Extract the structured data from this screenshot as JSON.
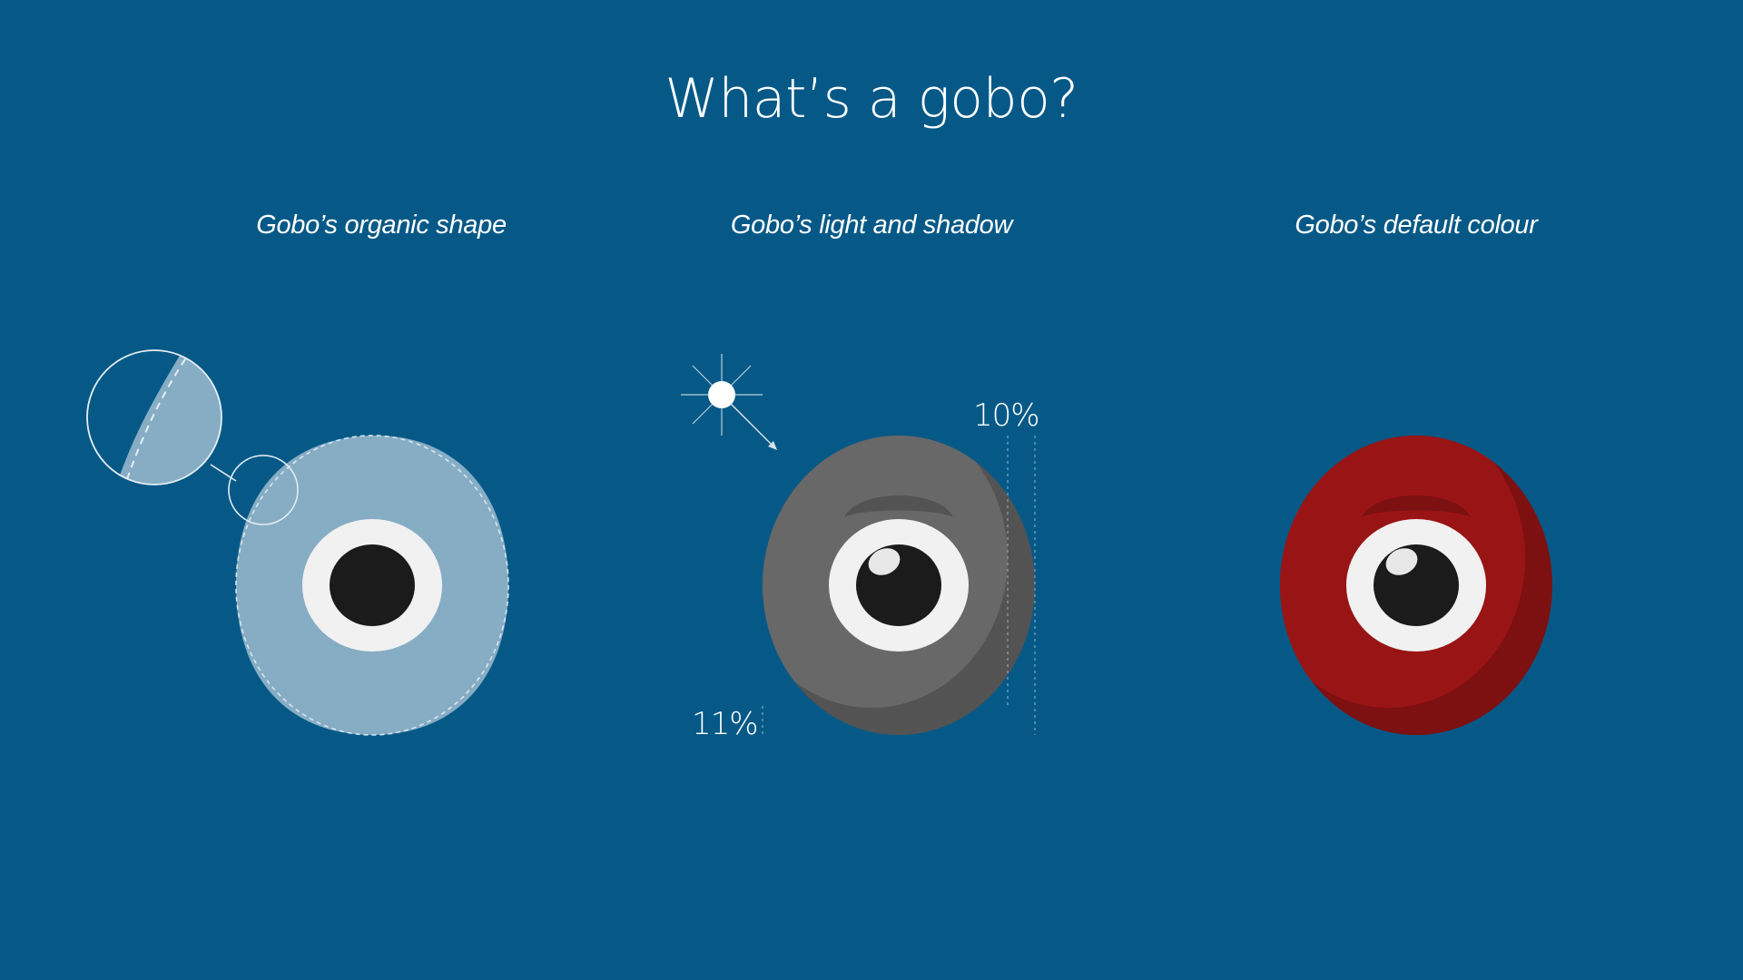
{
  "slide": {
    "title": "What’s a gobo?",
    "background_color": "#065987"
  },
  "panels": [
    {
      "caption": "Gobo’s organic shape",
      "body_color": "#86adc4"
    },
    {
      "caption": "Gobo’s light and shadow",
      "body_color": "#686868",
      "shadow_color": "#535353"
    },
    {
      "caption": "Gobo’s default colour",
      "body_color": "#991515",
      "shadow_color": "#7d1010"
    }
  ],
  "annotations": {
    "shadow_right": "10%",
    "shadow_bottom": "11%"
  },
  "eye": {
    "sclera_color": "#f1f1f1",
    "pupil_color": "#1b1b1b"
  },
  "icons": [
    "magnifier-callout-icon",
    "light-source-icon"
  ]
}
